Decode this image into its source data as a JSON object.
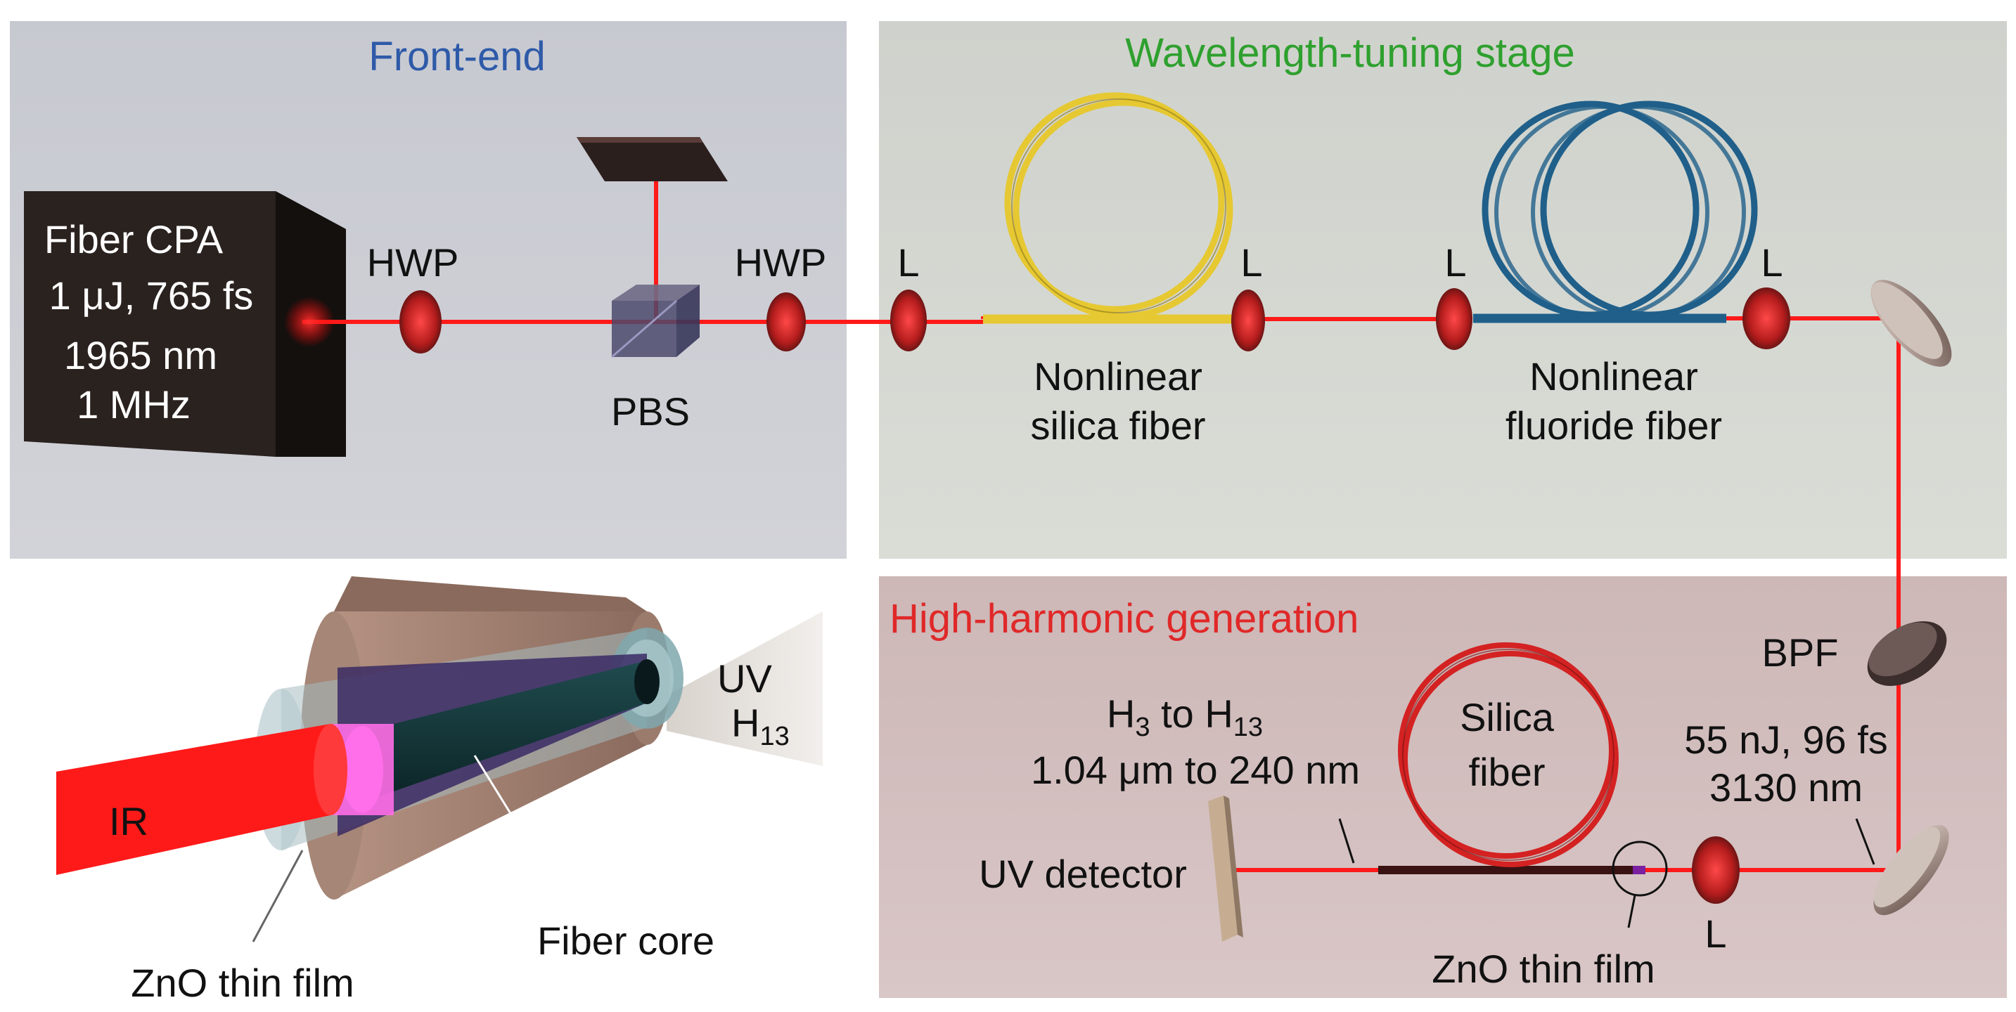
{
  "panels": {
    "front_end": {
      "title": "Front-end",
      "color": "#2e5aa8"
    },
    "wavelength_tuning": {
      "title": "Wavelength-tuning stage",
      "color": "#2ea02e"
    },
    "hhg": {
      "title": "High-harmonic generation",
      "color": "#e02828"
    }
  },
  "source": {
    "line1": "Fiber CPA",
    "line2": "1 μJ, 765 fs",
    "line3": "1965 nm",
    "line4": "1 MHz"
  },
  "components": {
    "hwp1": "HWP",
    "hwp2": "HWP",
    "pbs": "PBS",
    "lens1": "L",
    "lens2": "L",
    "lens3": "L",
    "lens4": "L",
    "lens5": "L",
    "bpf": "BPF",
    "uv_detector": "UV detector"
  },
  "fibers": {
    "silica_nl": {
      "line1": "Nonlinear",
      "line2": "silica fiber",
      "color": "#e6c832"
    },
    "fluoride_nl": {
      "line1": "Nonlinear",
      "line2": "fluoride fiber",
      "color": "#1f5f8a"
    },
    "silica_hhg": {
      "line1": "Silica",
      "line2": "fiber",
      "color": "#d42222"
    }
  },
  "annotations": {
    "harmonics_range_a": "H",
    "harmonics_range_a_sub": "3",
    "harmonics_range_b": " to H",
    "harmonics_range_b_sub": "13",
    "harmonics_wavelength": "1.04 μm to 240 nm",
    "pulse_line1": "55 nJ, 96 fs",
    "pulse_line2": "3130 nm",
    "zno_film": "ZnO thin film"
  },
  "inset": {
    "ir_label": "IR",
    "uv_label": "UV",
    "h_label": "H",
    "h_sub": "13",
    "fiber_core_label": "Fiber core",
    "zno_label": "ZnO thin film"
  }
}
